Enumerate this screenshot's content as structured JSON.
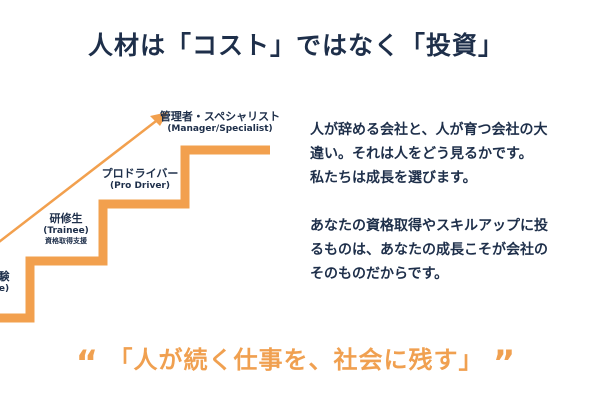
{
  "title": "人材は「コスト」ではなく「投資」",
  "stairs": {
    "steps": [
      {
        "main": "験",
        "sub": "e)",
        "note": ""
      },
      {
        "main": "研修生",
        "sub": "(Trainee)",
        "note": "資格取得支援"
      },
      {
        "main": "プロドライバー",
        "sub": "(Pro Driver)",
        "note": ""
      },
      {
        "main": "管理者・スペシャリスト",
        "sub": "(Manager/Specialist)",
        "note": ""
      }
    ],
    "color": "#f2a04e"
  },
  "body": {
    "lines_1": [
      "人が辞める会社と、人が育つ会社の大",
      "違い。それは人をどう見るかです。",
      "私たちは成長を選びます。"
    ],
    "lines_2": [
      "あなたの資格取得やスキルアップに投",
      "るものは、あなたの成長こそが会社の",
      "そのものだからです。"
    ]
  },
  "quote": {
    "open": "“",
    "text": "「人が続く仕事を、社会に残す」",
    "close": "”"
  },
  "colors": {
    "navy": "#1e2f4a",
    "orange": "#f2a04e"
  }
}
